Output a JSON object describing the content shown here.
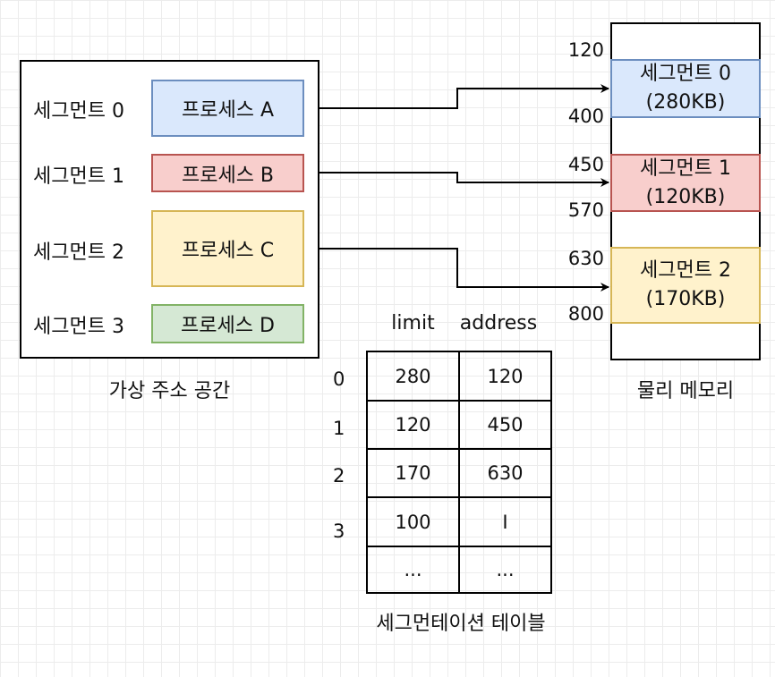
{
  "colors": {
    "blue_fill": "#dae8fc",
    "blue_border": "#6c8ebf",
    "red_fill": "#f8cecc",
    "red_border": "#b85450",
    "yellow_fill": "#fff2cc",
    "yellow_border": "#d6b656",
    "green_fill": "#d5e8d4",
    "green_border": "#82b366"
  },
  "virtual_space": {
    "caption": "가상 주소 공간",
    "segments": [
      {
        "label": "세그먼트 0",
        "process": "프로세스 A"
      },
      {
        "label": "세그먼트 1",
        "process": "프로세스 B"
      },
      {
        "label": "세그먼트 2",
        "process": "프로세스 C"
      },
      {
        "label": "세그먼트 3",
        "process": "프로세스 D"
      }
    ]
  },
  "physical_memory": {
    "caption": "물리 메모리",
    "addresses": [
      "120",
      "400",
      "450",
      "570",
      "630",
      "800"
    ],
    "segments": [
      {
        "name": "세그먼트 0",
        "size": "(280KB)"
      },
      {
        "name": "세그먼트 1",
        "size": "(120KB)"
      },
      {
        "name": "세그먼트 2",
        "size": "(170KB)"
      }
    ]
  },
  "segment_table": {
    "caption": "세그먼테이션 테이블",
    "headers": {
      "limit": "limit",
      "address": "address"
    },
    "rows": [
      {
        "index": "0",
        "limit": "280",
        "address": "120"
      },
      {
        "index": "1",
        "limit": "120",
        "address": "450"
      },
      {
        "index": "2",
        "limit": "170",
        "address": "630"
      },
      {
        "index": "3",
        "limit": "100",
        "address": "I"
      },
      {
        "index": "",
        "limit": "...",
        "address": "..."
      }
    ]
  }
}
